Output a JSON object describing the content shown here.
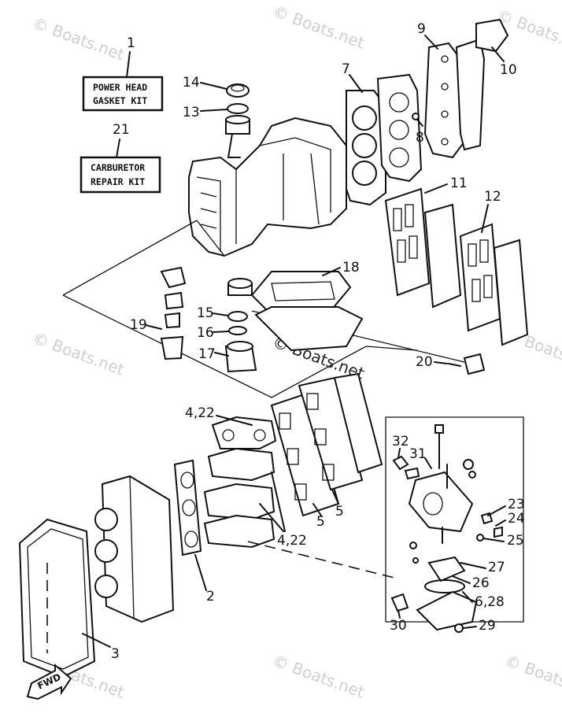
{
  "kits": {
    "power_head_number": "1",
    "power_head_line1": "POWER HEAD",
    "power_head_line2": "GASKET KIT",
    "carburetor_number": "21",
    "carburetor_line1": "CARBURETOR",
    "carburetor_line2": "REPAIR KIT"
  },
  "callouts": {
    "c2": "2",
    "c3": "3",
    "c5a": "5",
    "c5b": "5",
    "c7": "7",
    "c8": "8",
    "c9": "9",
    "c10": "10",
    "c11": "11",
    "c12": "12",
    "c13": "13",
    "c14": "14",
    "c15": "15",
    "c16": "16",
    "c17": "17",
    "c18": "18",
    "c19": "19",
    "c20": "20",
    "c4_22a": "4,22",
    "c4_22b": "4,22",
    "c23": "23",
    "c24": "24",
    "c25": "25",
    "c26": "26",
    "c27": "27",
    "c6_28": "6,28",
    "c29": "29",
    "c30": "30",
    "c31": "31",
    "c32": "32"
  },
  "watermark": {
    "text": "© Boats.net"
  },
  "fwd_label": "FWD"
}
